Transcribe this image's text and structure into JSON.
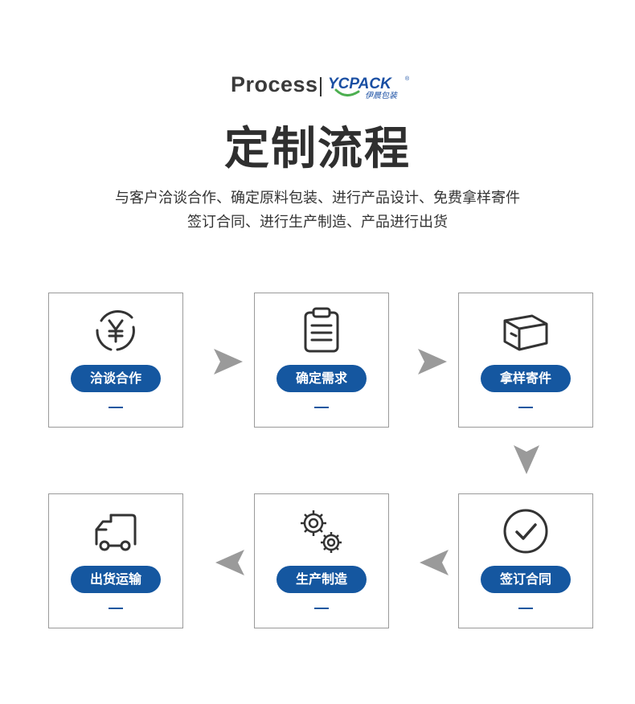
{
  "header": {
    "process_word": "Process",
    "brand_name": "YCPACK",
    "brand_mark": "®",
    "brand_cn": "伊晨包装"
  },
  "title": "定制流程",
  "description": {
    "line1": "与客户洽谈合作、确定原料包装、进行产品设计、免费拿样寄件",
    "line2": "签订合同、进行生产制造、产品进行出货"
  },
  "steps": [
    {
      "label": "洽谈合作",
      "icon": "yen-coin-icon"
    },
    {
      "label": "确定需求",
      "icon": "clipboard-icon"
    },
    {
      "label": "拿样寄件",
      "icon": "box-icon"
    },
    {
      "label": "签订合同",
      "icon": "check-circle-icon"
    },
    {
      "label": "生产制造",
      "icon": "gears-icon"
    },
    {
      "label": "出货运输",
      "icon": "truck-icon"
    }
  ],
  "colors": {
    "accent": "#1557a0",
    "arrow": "#9a9a9a",
    "brand_blue": "#1a4fa3",
    "brand_green": "#4caf50"
  }
}
